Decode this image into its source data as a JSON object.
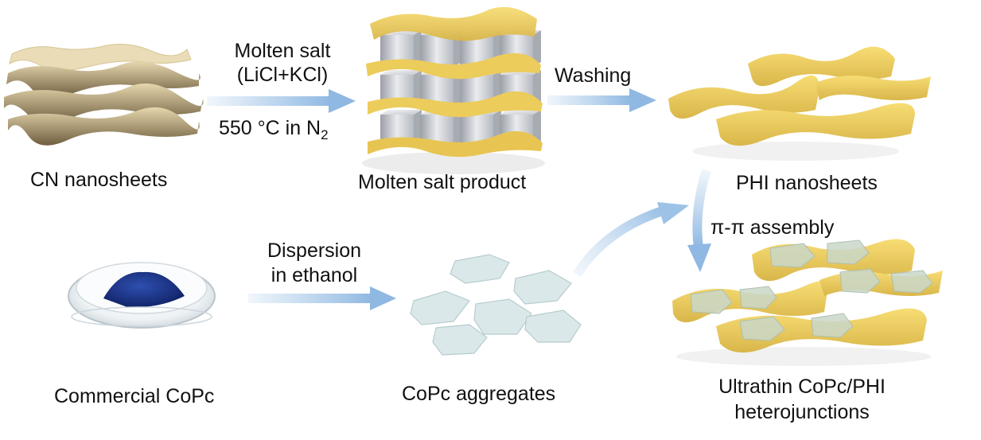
{
  "labels": {
    "cn_nanosheets": "CN nanosheets",
    "molten_salt_product": "Molten salt product",
    "phi_nanosheets": "PHI nanosheets",
    "commercial_copc": "Commercial CoPc",
    "copc_aggregates": "CoPc aggregates",
    "heterojunctions_line1": "Ultrathin CoPc/PHI",
    "heterojunctions_line2": "heterojunctions"
  },
  "steps": {
    "molten_salt_line1": "Molten salt",
    "molten_salt_line2": "(LiCl+KCl)",
    "temperature": "550 °C in N",
    "temperature_subscript": "2",
    "washing": "Washing",
    "assembly": "π-π assembly",
    "dispersion_line1": "Dispersion",
    "dispersion_line2": "in ethanol"
  },
  "colors": {
    "arrow": "#9cc2e6",
    "sheet_yellow": "#f2d260",
    "sheet_tan": "#d9c38f",
    "sheet_dark": "#6b5a3c",
    "copc_sheet": "#d8e6e6",
    "copc_powder": "#1d3a8a",
    "salt_cube": "#c9ccd2"
  }
}
